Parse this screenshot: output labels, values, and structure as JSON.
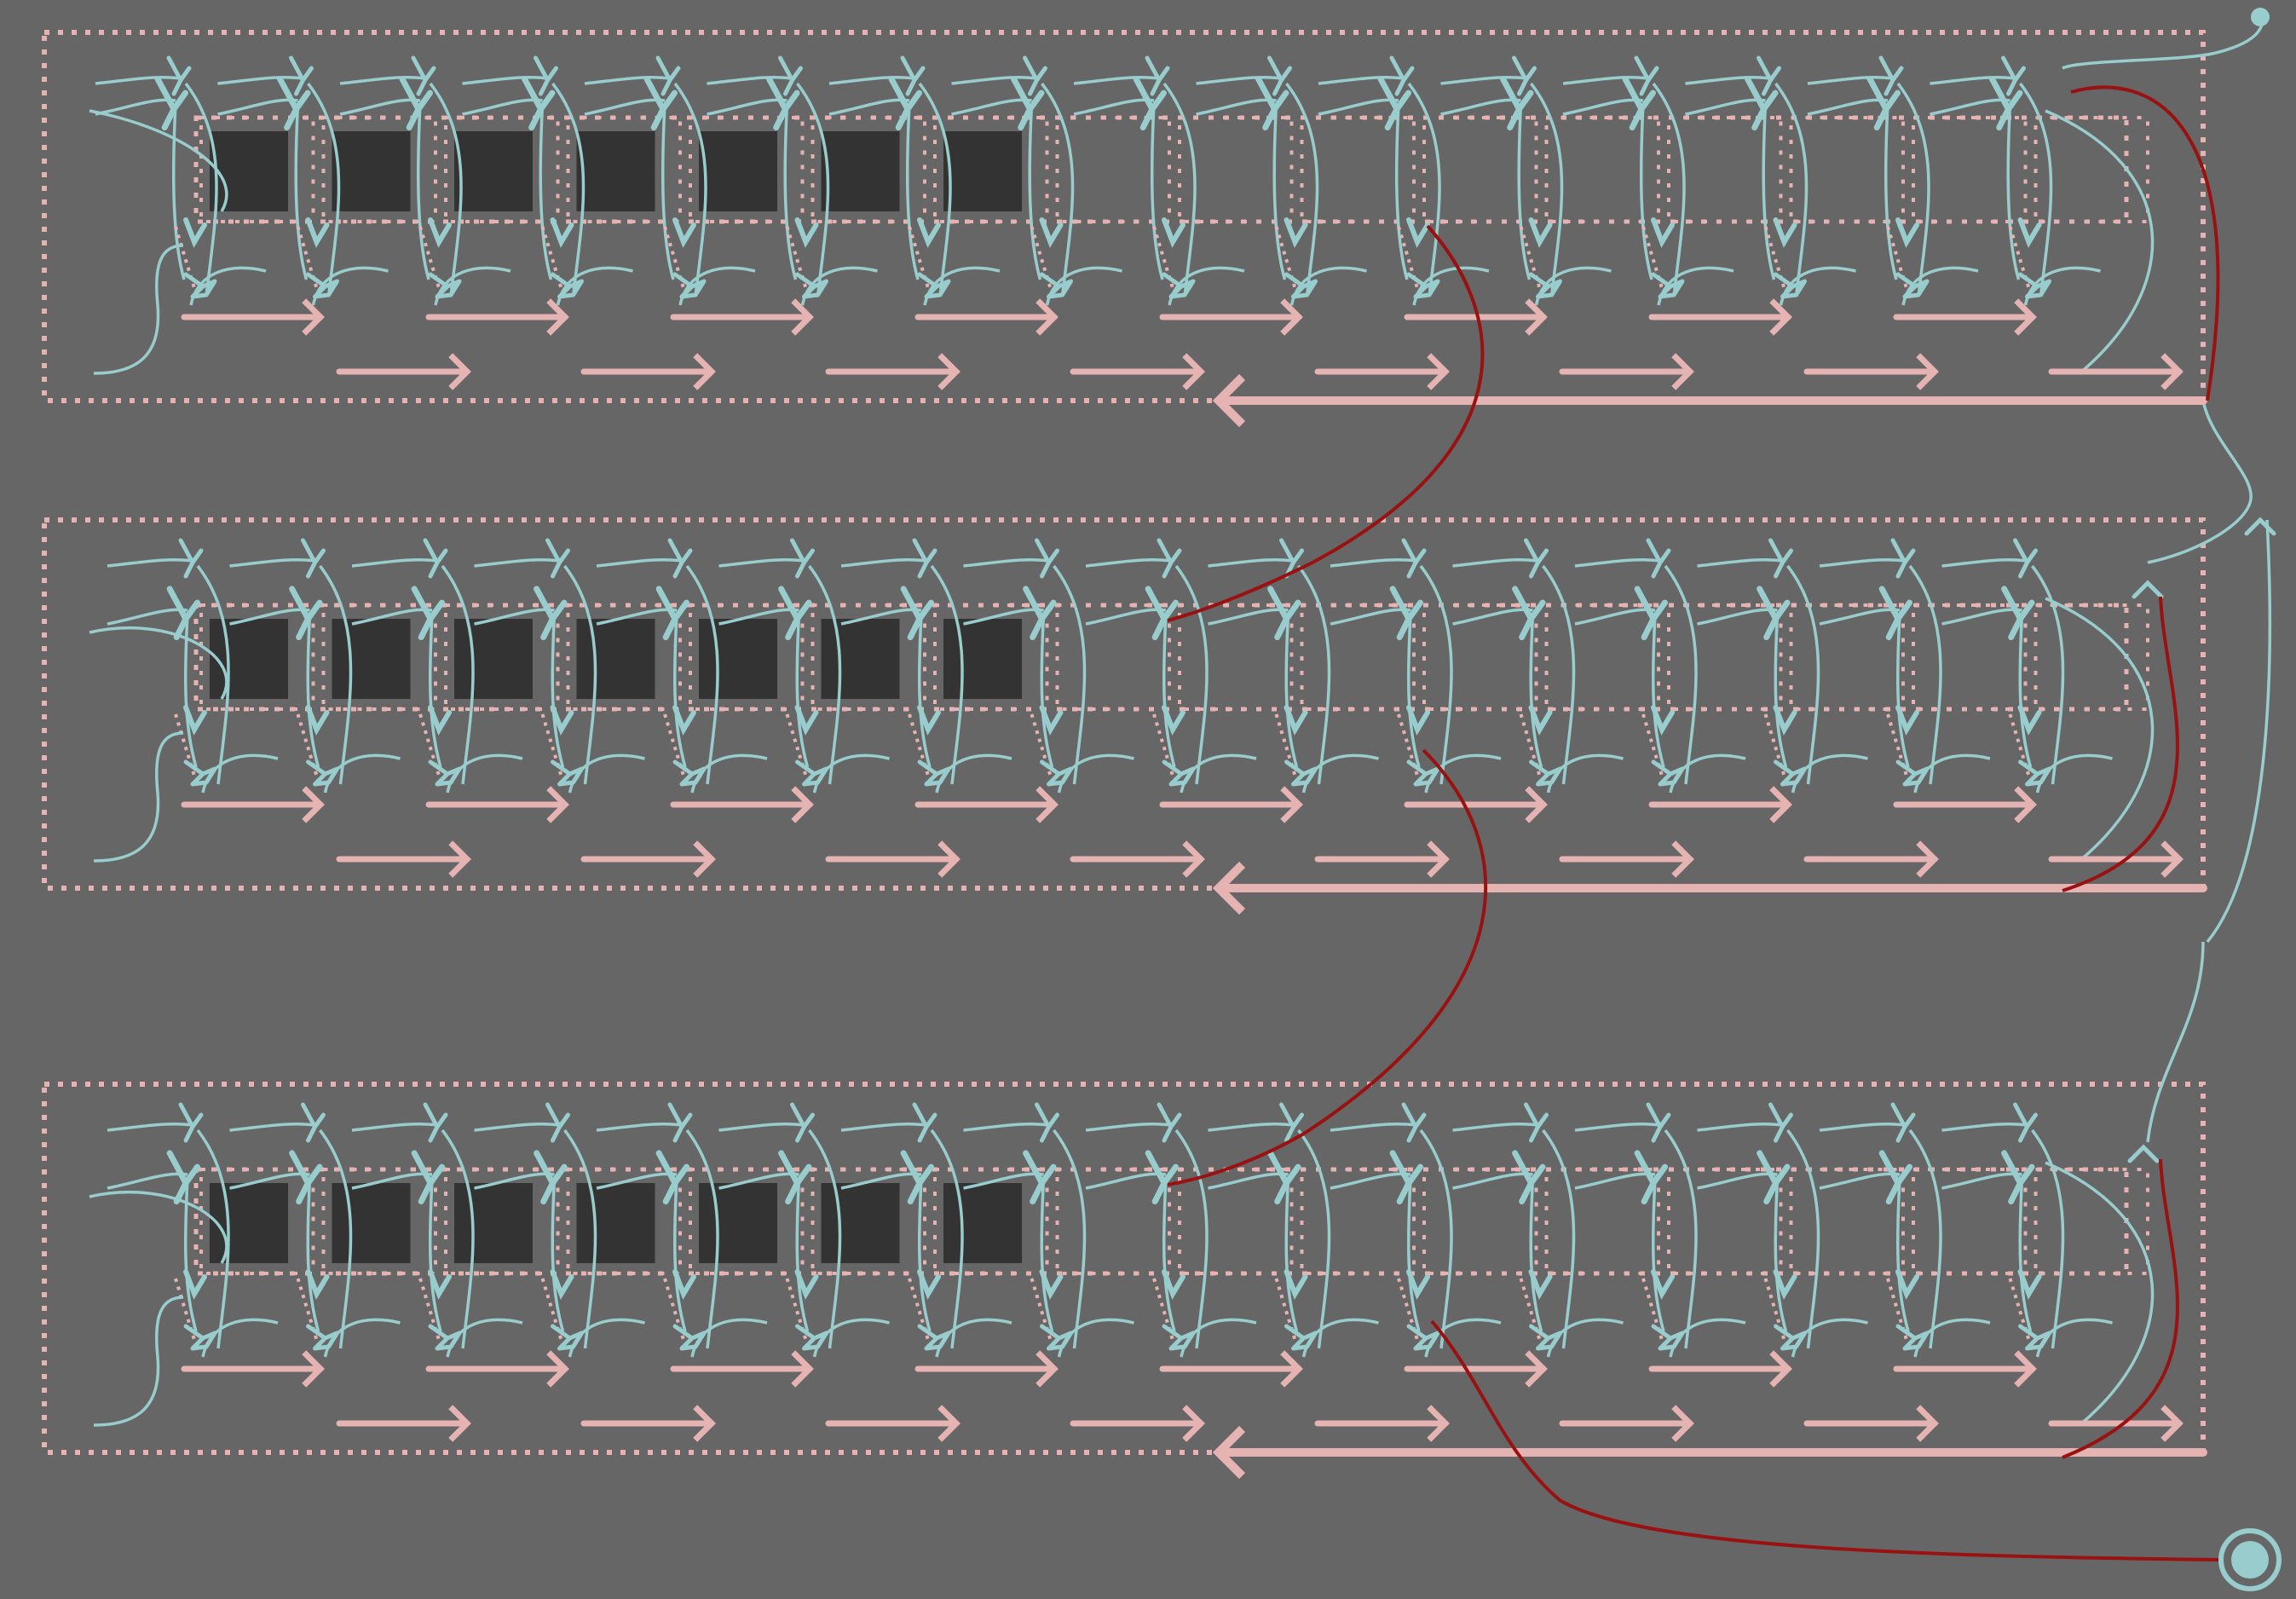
{
  "diagram": {
    "rows": 3,
    "columns": 16,
    "filled_cells": 7,
    "colors": {
      "background": "#666666",
      "cell_fill": "#333333",
      "boundary": "#e6b3b3",
      "wire": "#99cccc",
      "critical_path": "#991111",
      "terminal": "#99cccc"
    },
    "icons": [
      "flow-arrow",
      "return-arrow",
      "junction-icon",
      "terminal-icon",
      "source-dot"
    ]
  }
}
